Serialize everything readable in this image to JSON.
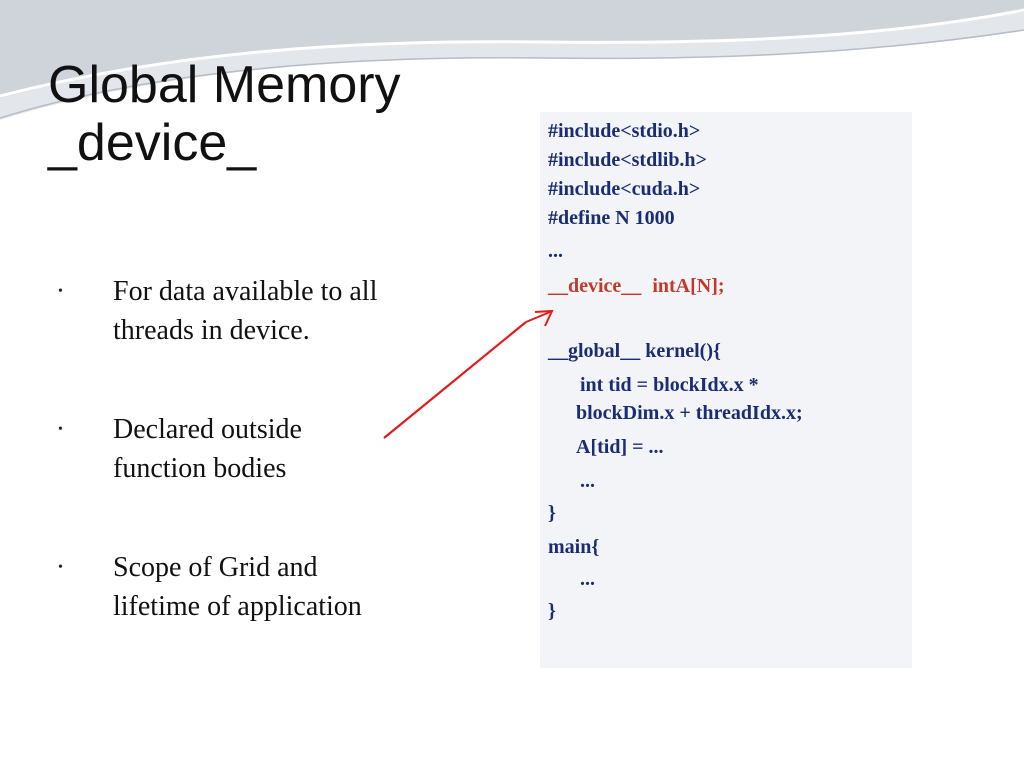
{
  "title": {
    "line1": "Global Memory",
    "line2": "_device_"
  },
  "bullets": [
    {
      "line1": "For data available to all",
      "line2": "threads in device."
    },
    {
      "line1": "Declared outside",
      "line2": "function bodies"
    },
    {
      "line1": "Scope of Grid and",
      "line2": "lifetime of application"
    }
  ],
  "bullet_symbol": "•",
  "code": {
    "include_stdio": "#include<stdio.h>",
    "include_stdlib": "#include<stdlib.h>",
    "include_cuda": "#include<cuda.h>",
    "define_n": "#define N 1000",
    "ellipsis_top": "...",
    "device_decl": "__device__",
    "device_type": "int",
    "device_array": "A[N];",
    "global_decl": "__global__ kernel(){",
    "tid_line1": "int tid = blockIdx.x *",
    "tid_line2": "blockDim.x + threadIdx.x;",
    "assign_line": "A[tid] = ...",
    "ellipsis_kernel": "...",
    "close_kernel": "}",
    "main_decl": "main{",
    "ellipsis_main": "...",
    "close_main": "}"
  },
  "colors": {
    "code_text": "#1a2d73",
    "device_highlight": "#c0392b",
    "arrow": "#e01b1b",
    "background_swoosh": "#c9ced6"
  }
}
